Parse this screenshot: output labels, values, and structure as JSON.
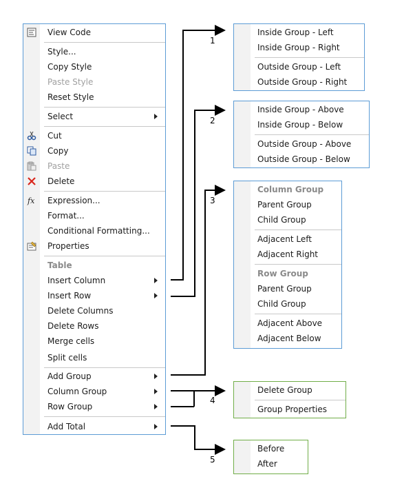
{
  "main_menu": {
    "items": [
      {
        "label": "View Code",
        "icon": "view-code-icon",
        "disabled": false,
        "submenu": false
      },
      {
        "label": "Style...",
        "disabled": false,
        "submenu": false
      },
      {
        "label": "Copy Style",
        "disabled": false,
        "submenu": false
      },
      {
        "label": "Paste Style",
        "disabled": true,
        "submenu": false
      },
      {
        "label": "Reset Style",
        "disabled": false,
        "submenu": false
      },
      {
        "label": "Select",
        "disabled": false,
        "submenu": true
      },
      {
        "label": "Cut",
        "icon": "cut-icon",
        "disabled": false,
        "submenu": false
      },
      {
        "label": "Copy",
        "icon": "copy-icon",
        "disabled": false,
        "submenu": false
      },
      {
        "label": "Paste",
        "icon": "paste-icon",
        "disabled": true,
        "submenu": false
      },
      {
        "label": "Delete",
        "icon": "delete-icon",
        "disabled": false,
        "submenu": false
      },
      {
        "label": "Expression...",
        "icon": "function-fx-icon",
        "disabled": false,
        "submenu": false
      },
      {
        "label": "Format...",
        "disabled": false,
        "submenu": false
      },
      {
        "label": "Conditional Formatting...",
        "disabled": false,
        "submenu": false
      },
      {
        "label": "Properties",
        "icon": "properties-icon",
        "disabled": false,
        "submenu": false
      },
      {
        "label": "Table",
        "header": true
      },
      {
        "label": "Insert Column",
        "disabled": false,
        "submenu": true
      },
      {
        "label": "Insert Row",
        "disabled": false,
        "submenu": true
      },
      {
        "label": "Delete Columns",
        "disabled": false,
        "submenu": false
      },
      {
        "label": "Delete Rows",
        "disabled": false,
        "submenu": false
      },
      {
        "label": "Merge cells",
        "disabled": false,
        "submenu": false
      },
      {
        "label": "Split cells",
        "disabled": false,
        "submenu": false
      },
      {
        "label": "Add Group",
        "disabled": false,
        "submenu": true
      },
      {
        "label": "Column Group",
        "disabled": false,
        "submenu": true
      },
      {
        "label": "Row Group",
        "disabled": false,
        "submenu": true
      },
      {
        "label": "Add Total",
        "disabled": false,
        "submenu": true
      }
    ]
  },
  "submenus": [
    {
      "callout": "1",
      "items": [
        {
          "label": "Inside Group - Left"
        },
        {
          "label": "Inside Group - Right"
        },
        {
          "label": "Outside Group - Left"
        },
        {
          "label": "Outside Group - Right"
        }
      ]
    },
    {
      "callout": "2",
      "items": [
        {
          "label": "Inside Group - Above"
        },
        {
          "label": "Inside Group - Below"
        },
        {
          "label": "Outside Group - Above"
        },
        {
          "label": "Outside Group - Below"
        }
      ]
    },
    {
      "callout": "3",
      "items": [
        {
          "label": "Column Group",
          "header": true
        },
        {
          "label": "Parent Group"
        },
        {
          "label": "Child Group"
        },
        {
          "label": "Adjacent Left"
        },
        {
          "label": "Adjacent Right"
        },
        {
          "label": "Row Group",
          "header": true
        },
        {
          "label": "Parent Group"
        },
        {
          "label": "Child Group"
        },
        {
          "label": "Adjacent Above"
        },
        {
          "label": "Adjacent Below"
        }
      ]
    },
    {
      "callout": "4",
      "items": [
        {
          "label": "Delete Group"
        },
        {
          "label": "Group Properties"
        }
      ]
    },
    {
      "callout": "5",
      "items": [
        {
          "label": "Before"
        },
        {
          "label": "After"
        }
      ]
    }
  ],
  "colors": {
    "menu_border": "#5b9bd5",
    "submenu_border_blue": "#5b9bd5",
    "submenu_border_green": "#70ad47",
    "separator": "#c8c8c8"
  }
}
